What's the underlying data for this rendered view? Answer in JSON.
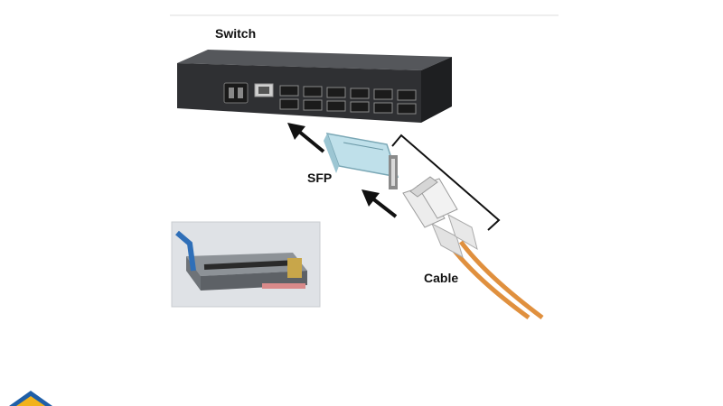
{
  "labels": {
    "switch": "Switch",
    "sfp": "SFP",
    "cable": "Cable"
  },
  "icons": {
    "switch": "network-switch-icon",
    "sfp": "sfp-module-icon",
    "cable": "fiber-cable-icon",
    "photo": "sfp-module-photo",
    "logo": "brand-logo-icon"
  },
  "colors": {
    "switch_body": "#3a3a3c",
    "sfp_body": "#bfe0ea",
    "cable_orange": "#e0903e",
    "connector": "#e6e6e6",
    "arrow": "#111111",
    "logo_blue": "#1f5fa8",
    "logo_yellow": "#f2b21c"
  }
}
